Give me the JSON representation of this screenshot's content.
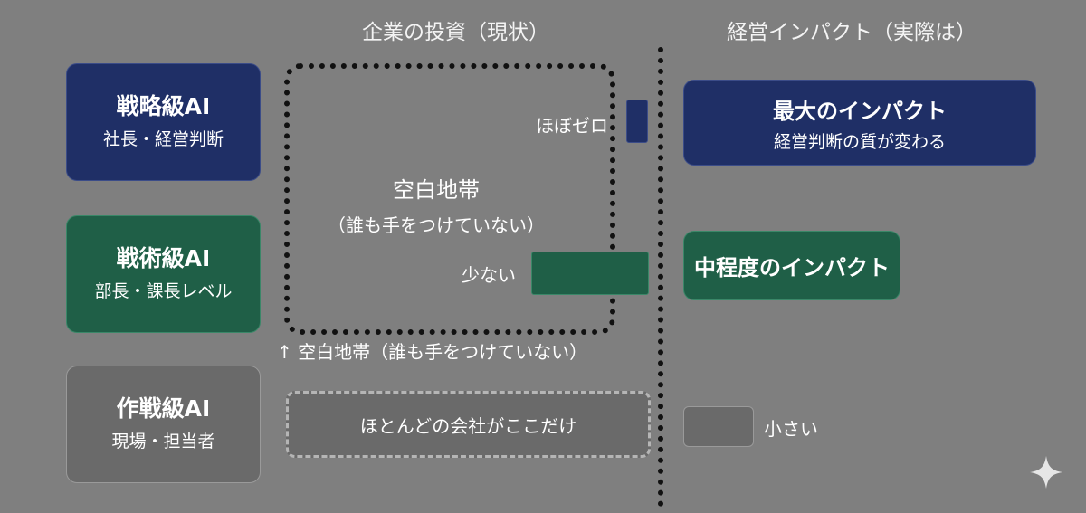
{
  "headers": {
    "investment": "企業の投資（現状）",
    "impact": "経営インパクト（実際は）"
  },
  "levels": [
    {
      "title": "戦略級AI",
      "subtitle": "社長・経営判断"
    },
    {
      "title": "戦術級AI",
      "subtitle": "部長・課長レベル"
    },
    {
      "title": "作戦級AI",
      "subtitle": "現場・担当者"
    }
  ],
  "gap": {
    "title": "空白地帯",
    "subtitle": "（誰も手をつけていない）",
    "caption": "↑ 空白地帯（誰も手をつけていない）"
  },
  "investment": {
    "strategic_label": "ほぼゼロ",
    "tactical_label": "少ない",
    "operational_label": "ほとんどの会社がここだけ"
  },
  "impact": {
    "strategic_title": "最大のインパクト",
    "strategic_subtitle": "経営判断の質が変わる",
    "tactical_title": "中程度のインパクト",
    "operational_label": "小さい"
  },
  "colors": {
    "background": "#7f7f7f",
    "strategic": "#1f2f66",
    "tactical": "#1f5f47",
    "operational": "#6a6a6a"
  },
  "icons": {
    "corner": "sparkle-icon"
  }
}
